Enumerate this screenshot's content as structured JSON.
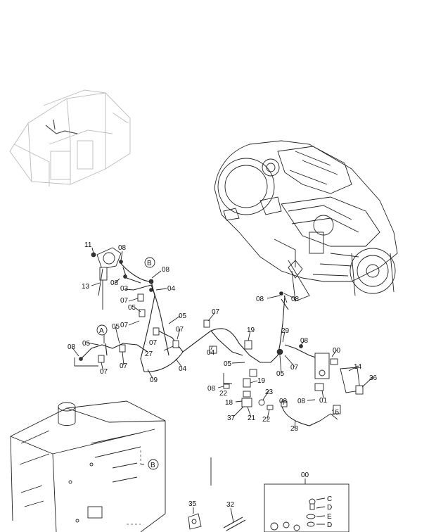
{
  "callouts": {
    "c11": "11",
    "c08a": "08",
    "cB1": "B",
    "c08b": "08",
    "c13": "13",
    "c08c": "08",
    "c03": "03",
    "c04a": "04",
    "c07a": "07",
    "c05a": "05",
    "c05b": "05",
    "c07b": "07",
    "c07c": "07",
    "cA": "A",
    "c05c": "05",
    "c05d": "05",
    "c07d": "07",
    "c08d": "08",
    "c07e": "07",
    "c27": "27",
    "c07f": "07",
    "c04b": "04",
    "c09": "09",
    "c07g": "07",
    "c04c": "04",
    "c19a": "19",
    "c05e": "05",
    "c08e": "08",
    "c08f": "08",
    "c29": "29",
    "c05f": "05",
    "c07h": "07",
    "c08g": "08",
    "c00a": "00",
    "c14": "14",
    "c36": "36",
    "c08h": "08",
    "c22a": "22",
    "c19b": "19",
    "c18": "18",
    "c23": "23",
    "c37": "37",
    "c21": "21",
    "c08i": "08",
    "c22b": "22",
    "c01": "01",
    "c08j": "08",
    "c15": "15",
    "c28": "28",
    "cB2": "B",
    "c00b": "00",
    "c35": "35",
    "c32": "32",
    "kC": "C",
    "kD1": "D",
    "kE": "E",
    "kD2": "D"
  }
}
